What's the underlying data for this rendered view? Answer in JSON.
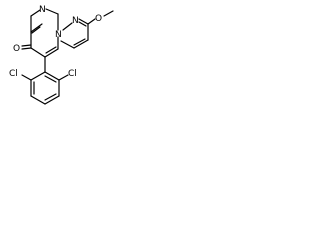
{
  "structure": {
    "atoms": {
      "n_pyrimidine_top": "N",
      "n_bridge": "N",
      "n_pyridazine": "N",
      "o_methoxy": "O",
      "o_carbonyl": "O",
      "cl_left": "Cl",
      "cl_right": "Cl"
    }
  }
}
